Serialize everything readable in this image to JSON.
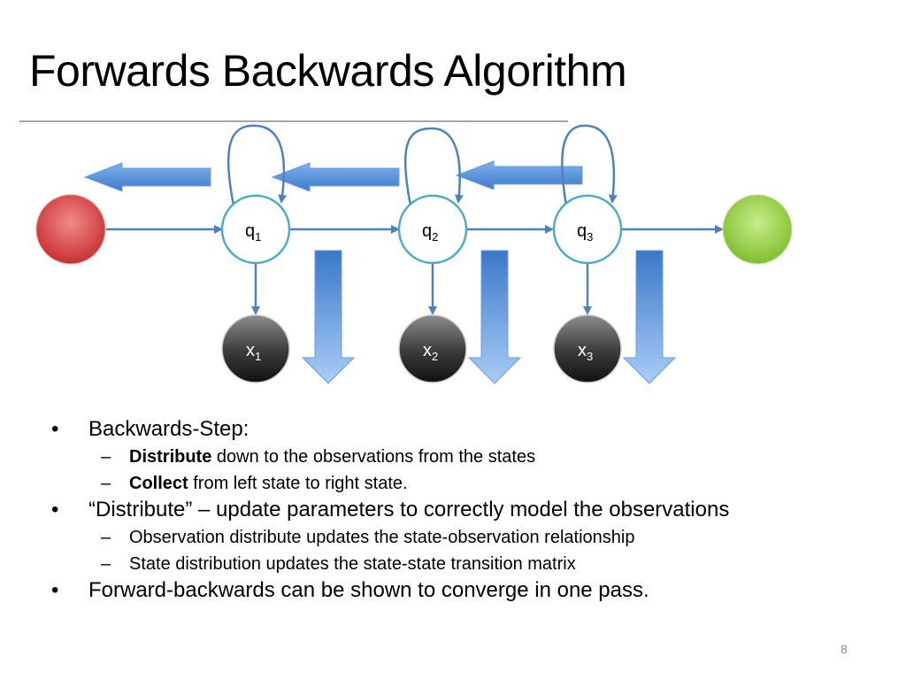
{
  "slide": {
    "title": "Forwards Backwards Algorithm",
    "page_number": "8"
  },
  "diagram": {
    "states": [
      {
        "label": "q",
        "sub": "1"
      },
      {
        "label": "q",
        "sub": "2"
      },
      {
        "label": "q",
        "sub": "3"
      }
    ],
    "observations": [
      {
        "label": "x",
        "sub": "1"
      },
      {
        "label": "x",
        "sub": "2"
      },
      {
        "label": "x",
        "sub": "3"
      }
    ],
    "colors": {
      "start_node": "#d93a3a",
      "end_node": "#8cc63f",
      "state_stroke": "#4bacc6",
      "edge": "#4f81bd",
      "big_arrow": "#4f81bd",
      "observation_fill": "#3a3a3a"
    }
  },
  "bullets": [
    {
      "text": "Backwards-Step:",
      "sub": [
        {
          "bold": "Distribute",
          "rest": " down to the observations from the states"
        },
        {
          "bold": "Collect",
          "rest": " from left state to right state."
        }
      ]
    },
    {
      "text": "“Distribute” – update parameters to correctly model the observations",
      "sub": [
        {
          "bold": "",
          "rest": "Observation distribute updates the state-observation relationship"
        },
        {
          "bold": "",
          "rest": "State distribution updates the state-state transition matrix"
        }
      ]
    },
    {
      "text": "Forward-backwards can be shown to converge in one pass.",
      "sub": []
    }
  ],
  "bullet_symbol": "•",
  "sub_bullet_symbol": "–"
}
